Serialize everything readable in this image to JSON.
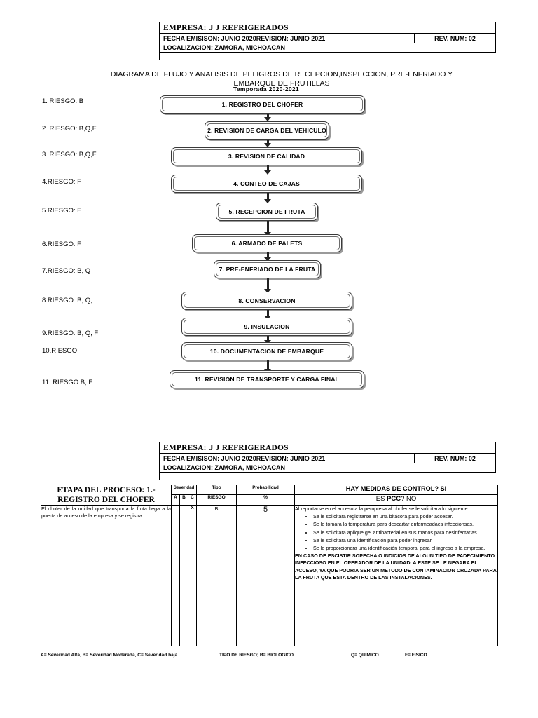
{
  "header": {
    "empresa_label": "EMPRESA:",
    "empresa_name": "J J  REFRIGERADOS",
    "fecha": "FECHA EMISISON: JUNIO 2020",
    "revision": "REVISION: JUNIO 2021",
    "rev_num": "REV. NUM: 02",
    "localizacion": "LOCALIZACION:  ZAMORA, MICHOACAN"
  },
  "diagram": {
    "title": "DIAGRAMA DE FLUJO Y ANALISIS DE PELIGROS DE RECEPCION,INSPECCION, PRE-ENFRIADO Y EMBARQUE DE FRUTILLAS",
    "temporada": "Temporada   2020-2021",
    "risks": [
      "1. RIESGO: B",
      "2. RIESGO: B,Q,F",
      "3. RIESGO: B,Q,F",
      "4.RIESGO:  F",
      "5.RIESGO:  F",
      "6.RIESGO:  F",
      "7.RIESGO: B, Q",
      "8.RIESGO: B, Q,",
      "9.RIESGO: B, Q,  F",
      "10.RIESGO:",
      "11. RIESGO B, F"
    ],
    "steps": [
      "1.    REGISTRO DEL CHOFER",
      "2. REVISION DE CARGA DEL VEHICULO",
      "3. REVISION DE CALIDAD",
      "4. CONTEO DE CAJAS",
      "5. RECEPCION DE FRUTA",
      "6. ARMADO DE PALETS",
      "7. PRE-ENFRIADO DE LA FRUTA",
      "8. CONSERVACION",
      "9. INSULACION",
      "10. DOCUMENTACION DE EMBARQUE",
      "11. REVISION DE TRANSPORTE Y CARGA FINAL"
    ]
  },
  "table": {
    "etapa_header": "ETAPA DEL PROCESO: 1.-REGISTRO DEL CHOFER",
    "severidad": "Severidad",
    "tipo": "Tipo",
    "probabilidad": "Probabilidad",
    "col_a": "A",
    "col_b": "B",
    "col_c": "C",
    "riesgo": "RIESGO",
    "pct": "%",
    "medidas_control": "HAY MEDIDAS DE CONTROL?  SI",
    "es_pcc_pre": "ES ",
    "es_pcc_bold": "PCC",
    "es_pcc_post": "?  NO",
    "descripcion": "El chofer de la unidad que transporta la fruta llega a la puerta de acceso de la empresa y se registra",
    "severidad_a": "",
    "severidad_b": "",
    "severidad_c": "X",
    "tipo_valor": "B",
    "probabilidad_valor": "5",
    "control_intro": "Al reportarse en el acceso a la pempresa al chofer se le solicitara lo siguiente:",
    "control_bullets": [
      "Se le solicitara registrarse en una bitácora para poder accesar.",
      "Se le tomara la temperatura para descartar enfermeadaes infeccionsas.",
      "Se le solicitara aplique gel antibacterial en sus manos para desinfectarlas.",
      "Se le solicitara una identificación para poder ingresar.",
      "Se le proporcionara una identificación temporal para el ingreso a la empresa."
    ],
    "control_note": "EN CASO DE ESCISTIR SOPECHA O INDICIOS DE ALGUN TIPO DE PADECIMIENTO INFECCIOSO EN EL OPERADOR DE LA UNIDAD, A ESTE SE LE NEGARA EL ACCESO, YA QUE PODRIA SER UN METODO DE CONTAMINACION CRUZADA PARA LA FRUTA QUE ESTA DENTRO DE LAS INSTALACIONES."
  },
  "legend": {
    "severidad_key": "A= Severidad Alta, B= Severidad Moderada, C= Severidad baja",
    "tipo_key": "TIPO DE RIESGO; B= BIOLOGICO",
    "quimico": "Q= QUIMICO",
    "fisico": "F= FISICO"
  }
}
